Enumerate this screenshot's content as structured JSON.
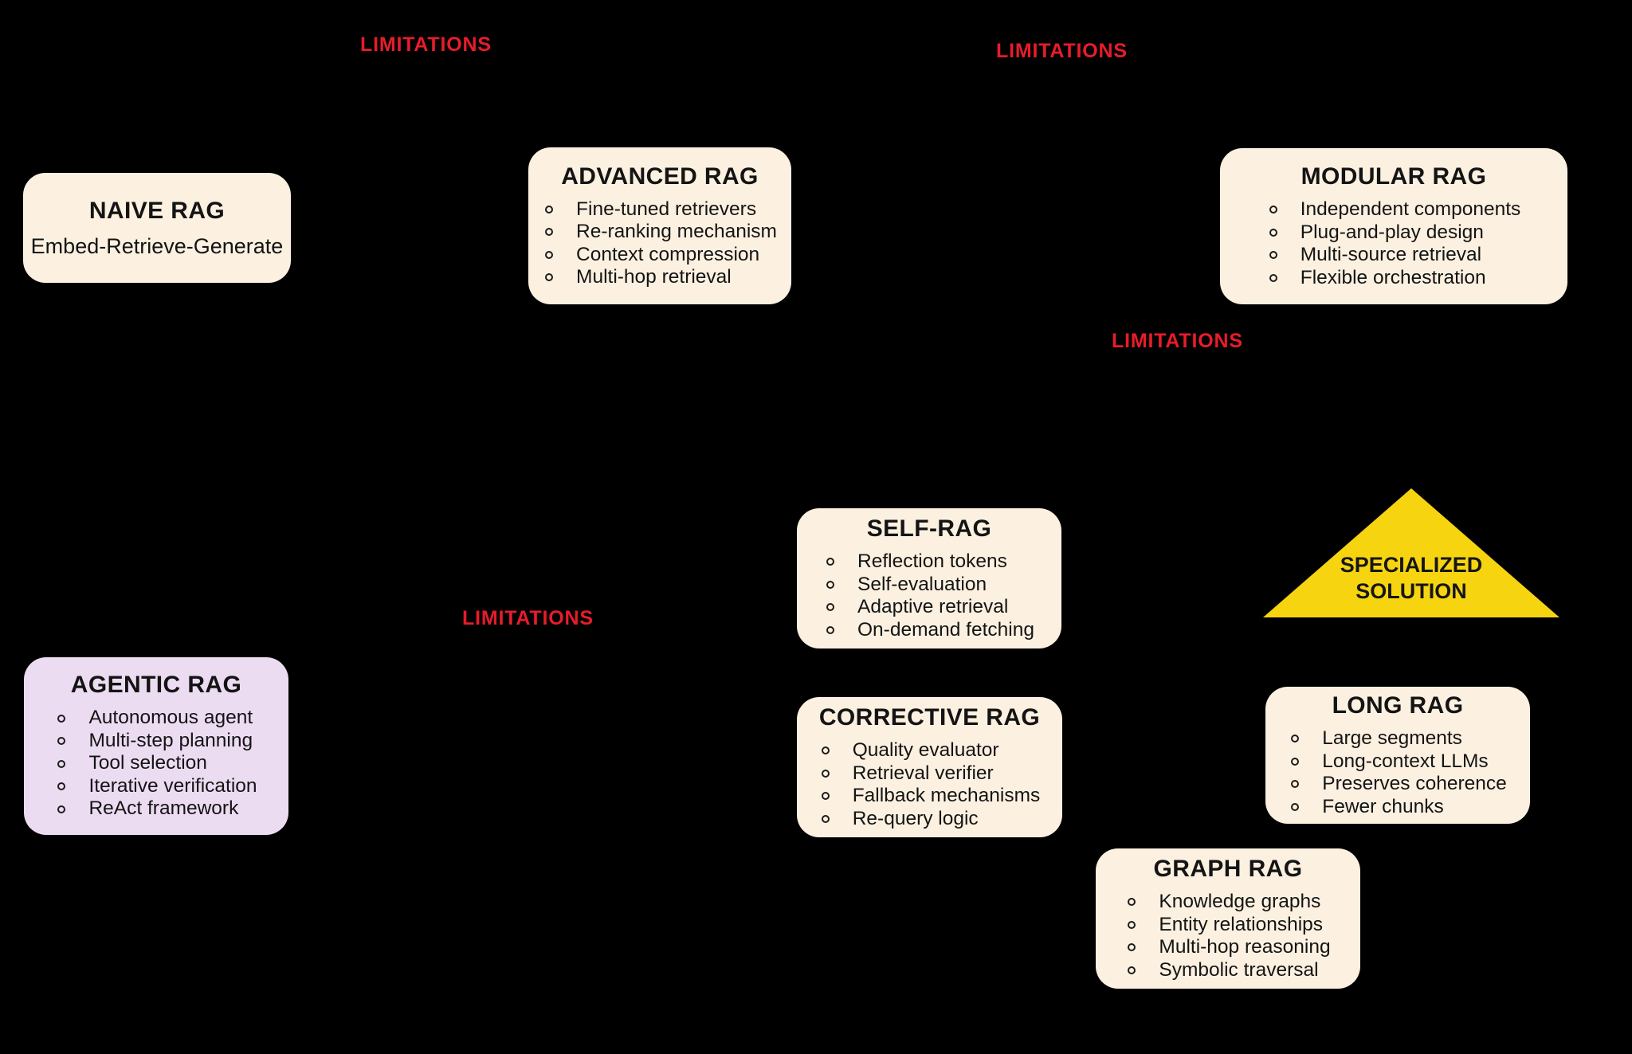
{
  "colors": {
    "background": "#000000",
    "card_fill": "#FCF1E1",
    "agentic_fill": "#ECDCF2",
    "triangle_fill": "#F6D410",
    "limitations_red": "#E81C2A",
    "text_dark": "#141414"
  },
  "limitations": [
    "LIMITATIONS",
    "LIMITATIONS",
    "LIMITATIONS",
    "LIMITATIONS"
  ],
  "cards": [
    {
      "id": "naive-rag",
      "title": "NAIVE RAG",
      "subtitle": "Embed-Retrieve-Generate",
      "bullets": []
    },
    {
      "id": "advanced-rag",
      "title": "ADVANCED RAG",
      "bullets": [
        "Fine-tuned retrievers",
        "Re-ranking mechanism",
        "Context compression",
        "Multi-hop retrieval"
      ]
    },
    {
      "id": "modular-rag",
      "title": "MODULAR RAG",
      "bullets": [
        "Independent components",
        "Plug-and-play design",
        "Multi-source retrieval",
        "Flexible orchestration"
      ]
    },
    {
      "id": "self-rag",
      "title": "SELF-RAG",
      "bullets": [
        "Reflection tokens",
        "Self-evaluation",
        "Adaptive retrieval",
        "On-demand fetching"
      ]
    },
    {
      "id": "corrective-rag",
      "title": "CORRECTIVE RAG",
      "bullets": [
        "Quality evaluator",
        "Retrieval verifier",
        "Fallback mechanisms",
        "Re-query logic"
      ]
    },
    {
      "id": "agentic-rag",
      "title": "AGENTIC RAG",
      "bullets": [
        "Autonomous agent",
        "Multi-step planning",
        "Tool selection",
        "Iterative verification",
        "ReAct framework"
      ]
    },
    {
      "id": "long-rag",
      "title": "LONG RAG",
      "bullets": [
        "Large segments",
        "Long-context LLMs",
        "Preserves coherence",
        "Fewer chunks"
      ]
    },
    {
      "id": "graph-rag",
      "title": "GRAPH RAG",
      "bullets": [
        "Knowledge graphs",
        "Entity relationships",
        "Multi-hop reasoning",
        "Symbolic traversal"
      ]
    }
  ],
  "triangle": {
    "line1": "SPECIALIZED",
    "line2": "SOLUTION"
  },
  "bullet_style": "hollow-circle"
}
